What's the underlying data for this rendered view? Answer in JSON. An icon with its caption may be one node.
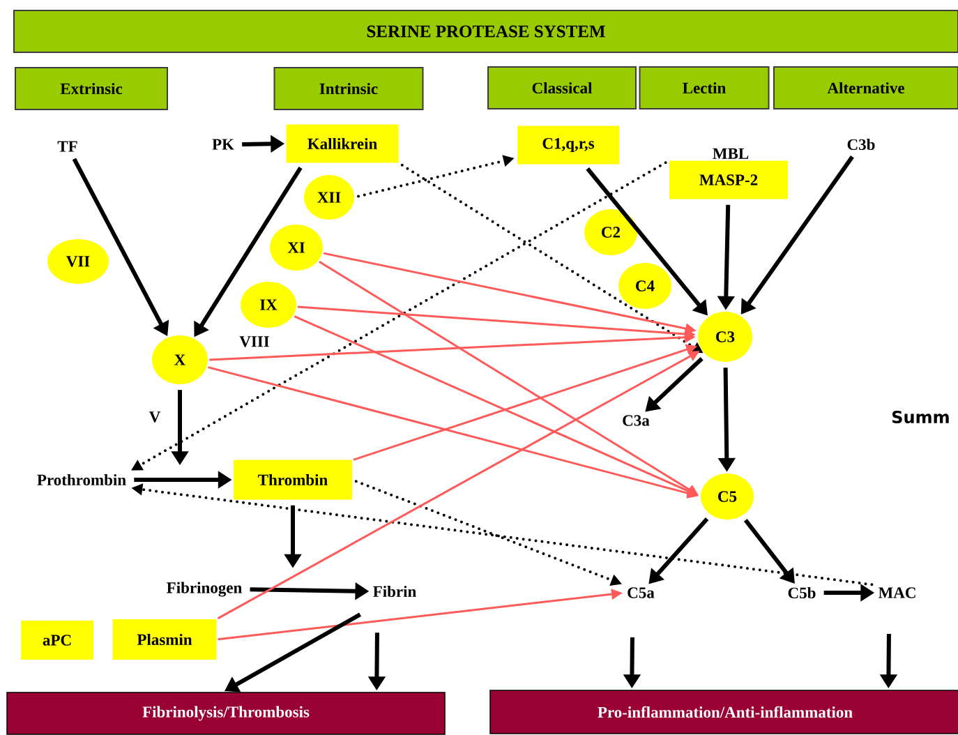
{
  "diagram": {
    "nodes": [
      {
        "text": [
          "SERINE PROTEASE SYSTEM"
        ]
      },
      {
        "text": [
          "Extrinsic"
        ]
      },
      {
        "text": [
          "Intrinsic"
        ]
      },
      {
        "text": [
          "Classical"
        ]
      },
      {
        "text": [
          "Lectin"
        ]
      },
      {
        "text": [
          "Alternative"
        ]
      },
      {
        "text": [
          "TF"
        ]
      },
      {
        "text": [
          "PK"
        ]
      },
      {
        "text": [
          "Kallikrein"
        ]
      },
      {
        "text": [
          "C1,q,r,s"
        ]
      },
      {
        "text": [
          "MBL",
          "MASP-2"
        ]
      },
      {
        "text": [
          "C3b"
        ]
      },
      {
        "text": [
          "XII"
        ]
      },
      {
        "text": [
          "VII"
        ]
      },
      {
        "text": [
          "C2"
        ]
      },
      {
        "text": [
          "XI"
        ]
      },
      {
        "text": [
          "C4"
        ]
      },
      {
        "text": [
          "IX"
        ]
      },
      {
        "text": [
          "X"
        ]
      },
      {
        "text": [
          "C3"
        ]
      },
      {
        "text": [
          "C3a"
        ]
      },
      {
        "text": [
          "Prothrombin"
        ]
      },
      {
        "text": [
          "Thrombin"
        ]
      },
      {
        "text": [
          "C5"
        ]
      },
      {
        "text": [
          "Fibrinogen"
        ]
      },
      {
        "text": [
          "Fibrin"
        ]
      },
      {
        "text": [
          "C5a"
        ]
      },
      {
        "text": [
          "C5b"
        ]
      },
      {
        "text": [
          "MAC"
        ]
      },
      {
        "text": [
          "aPC"
        ]
      },
      {
        "text": [
          "Plasmin"
        ]
      },
      {
        "text": [
          "Fibrinolysis/Thrombosis"
        ]
      },
      {
        "text": [
          "Pro-inflammation/Anti-inflammation"
        ]
      }
    ],
    "edges": [
      {
        "from": 6,
        "to": 18,
        "arrow": "to"
      },
      {
        "from": 8,
        "to": 18,
        "arrow": "to"
      },
      {
        "from": 7,
        "to": 8,
        "arrow": "to"
      },
      {
        "from": 8,
        "to": 19,
        "arrow": "to",
        "style": "dashed"
      },
      {
        "from": 12,
        "to": 9,
        "arrow": "to",
        "style": "dashed"
      },
      {
        "from": 10,
        "to": 21,
        "arrow": "to",
        "style": "dashed"
      },
      {
        "from": 9,
        "to": 19,
        "arrow": "to"
      },
      {
        "from": 10,
        "to": 19,
        "arrow": "to"
      },
      {
        "from": 11,
        "to": 19,
        "arrow": "to"
      },
      {
        "from": 19,
        "to": 20,
        "arrow": "to"
      },
      {
        "from": 19,
        "to": 23,
        "arrow": "to"
      },
      {
        "from": 15,
        "to": 19,
        "arrow": "to",
        "color": "#ff5a5a"
      },
      {
        "from": 15,
        "to": 23,
        "arrow": "to",
        "color": "#ff5a5a"
      },
      {
        "from": 17,
        "to": 19,
        "arrow": "to",
        "color": "#ff5a5a"
      },
      {
        "from": 17,
        "to": 23,
        "arrow": "to",
        "color": "#ff5a5a"
      },
      {
        "from": 18,
        "to": 19,
        "arrow": "to",
        "color": "#ff5a5a"
      },
      {
        "from": 18,
        "to": 23,
        "arrow": "to",
        "color": "#ff5a5a"
      },
      {
        "from": 18,
        "to": null,
        "arrow": "to"
      },
      {
        "from": 21,
        "to": 22,
        "arrow": "to"
      },
      {
        "from": 22,
        "to": 19,
        "arrow": "to",
        "color": "#ff5a5a"
      },
      {
        "from": 22,
        "to": 26,
        "arrow": "to",
        "style": "dashed"
      },
      {
        "from": 28,
        "to": 21,
        "arrow": "to",
        "style": "dashed"
      },
      {
        "from": 22,
        "to": null,
        "arrow": "to"
      },
      {
        "from": 24,
        "to": 25,
        "arrow": "to"
      },
      {
        "from": 30,
        "to": 19,
        "arrow": "to",
        "color": "#ff5a5a"
      },
      {
        "from": 30,
        "to": 26,
        "arrow": "to",
        "color": "#ff5a5a"
      },
      {
        "from": 25,
        "to": 31,
        "arrow": "to"
      },
      {
        "from": 25,
        "to": 31,
        "arrow": "to"
      },
      {
        "from": 23,
        "to": 26,
        "arrow": "to"
      },
      {
        "from": 23,
        "to": 27,
        "arrow": "to"
      },
      {
        "from": 27,
        "to": 28,
        "arrow": "to"
      },
      {
        "from": 26,
        "to": 32,
        "arrow": "to"
      },
      {
        "from": 28,
        "to": 32,
        "arrow": "to"
      }
    ],
    "labels": [
      "VIII",
      "V",
      "Summ"
    ]
  }
}
